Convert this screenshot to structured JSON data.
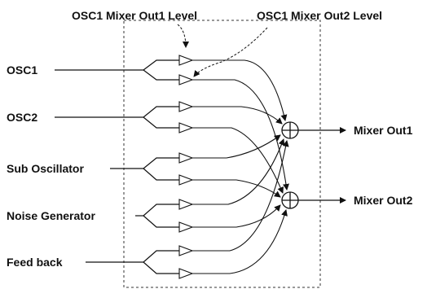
{
  "diagram": {
    "top_labels": {
      "osc1_out1_level": "OSC1 Mixer Out1 Level",
      "osc1_out2_level": "OSC1 Mixer Out2 Level"
    },
    "inputs": [
      {
        "id": "osc1",
        "label": "OSC1"
      },
      {
        "id": "osc2",
        "label": "OSC2"
      },
      {
        "id": "sub",
        "label": "Sub Oscillator"
      },
      {
        "id": "noise",
        "label": "Noise Generator"
      },
      {
        "id": "feedback",
        "label": "Feed back"
      }
    ],
    "outputs": [
      {
        "id": "out1",
        "label": "Mixer Out1"
      },
      {
        "id": "out2",
        "label": "Mixer Out2"
      }
    ]
  }
}
